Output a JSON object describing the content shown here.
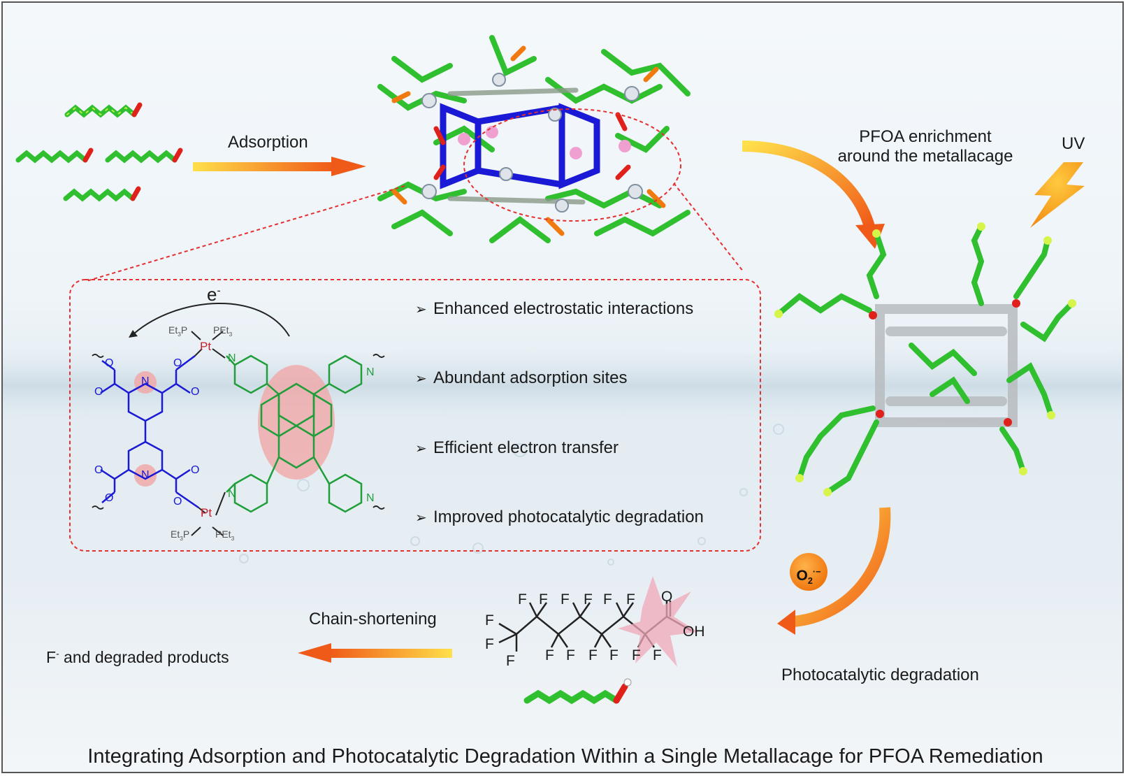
{
  "labels": {
    "adsorption": "Adsorption",
    "enrichment_line1": "PFOA enrichment",
    "enrichment_line2": "around the metallacage",
    "uv": "UV",
    "electron": "e",
    "electron_sup": "-",
    "superoxide_main": "O",
    "superoxide_sub": "2",
    "superoxide_sup": "·−",
    "photocatalytic_degradation": "Photocatalytic degradation",
    "chain_shortening": "Chain-shortening",
    "fluoride_main": "F",
    "fluoride_sup": "-",
    "products": " and degraded products"
  },
  "features": [
    "Enhanced electrostatic interactions",
    "Abundant adsorption sites",
    "Efficient electron transfer",
    "Improved photocatalytic degradation"
  ],
  "chemistry": {
    "pt": "Pt",
    "n": "N",
    "o": "O",
    "f": "F",
    "oh": "OH",
    "et3p": "Et3P",
    "pet3": "PEt3"
  },
  "footer": "Integrating Adsorption and Photocatalytic Degradation Within a Single Metallacage for PFOA Remediation",
  "colors": {
    "arrow_start": "#ffd52a",
    "arrow_end": "#f05a18",
    "dash_red": "#e53030",
    "blue_ligand": "#1a1ad6",
    "green_ligand": "#1f9e3a",
    "pt_red": "#c41e2c",
    "highlight_pink": "#f0a8a8"
  }
}
